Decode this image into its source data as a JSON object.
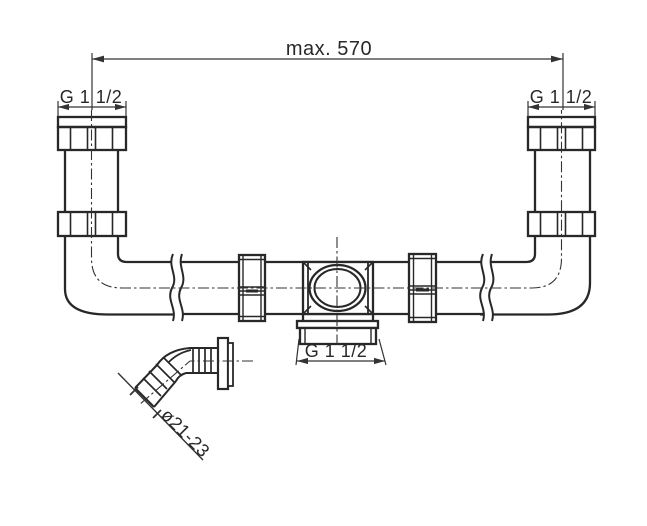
{
  "drawing": {
    "type": "technical-dimension-drawing",
    "subject": "double bath waste pipe set with tee outlet and hose connector",
    "background_color": "#ffffff",
    "line_color": "#282828",
    "labels": {
      "overall_width": "max. 570",
      "left_thread": "G 1 1/2",
      "right_thread": "G 1 1/2",
      "bottom_thread": "G 1 1/2",
      "hose_diameter": "ø21-23"
    }
  }
}
